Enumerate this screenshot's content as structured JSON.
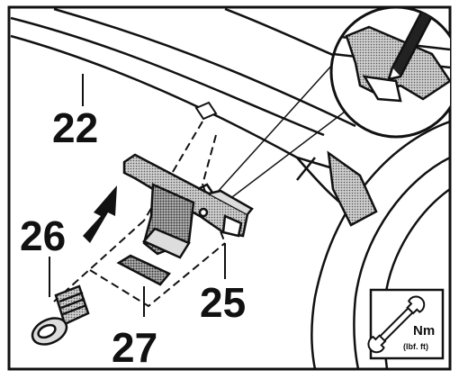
{
  "callouts": {
    "c22": "22",
    "c26": "26",
    "c25": "25",
    "c27": "27"
  },
  "torque_box": {
    "unit": "Nm",
    "unit_imperial": "(lbf. ft)",
    "icon": "wrench-icon"
  },
  "colors": {
    "ink": "#111111",
    "paper": "#ffffff",
    "shade": "#9a9a9a"
  }
}
